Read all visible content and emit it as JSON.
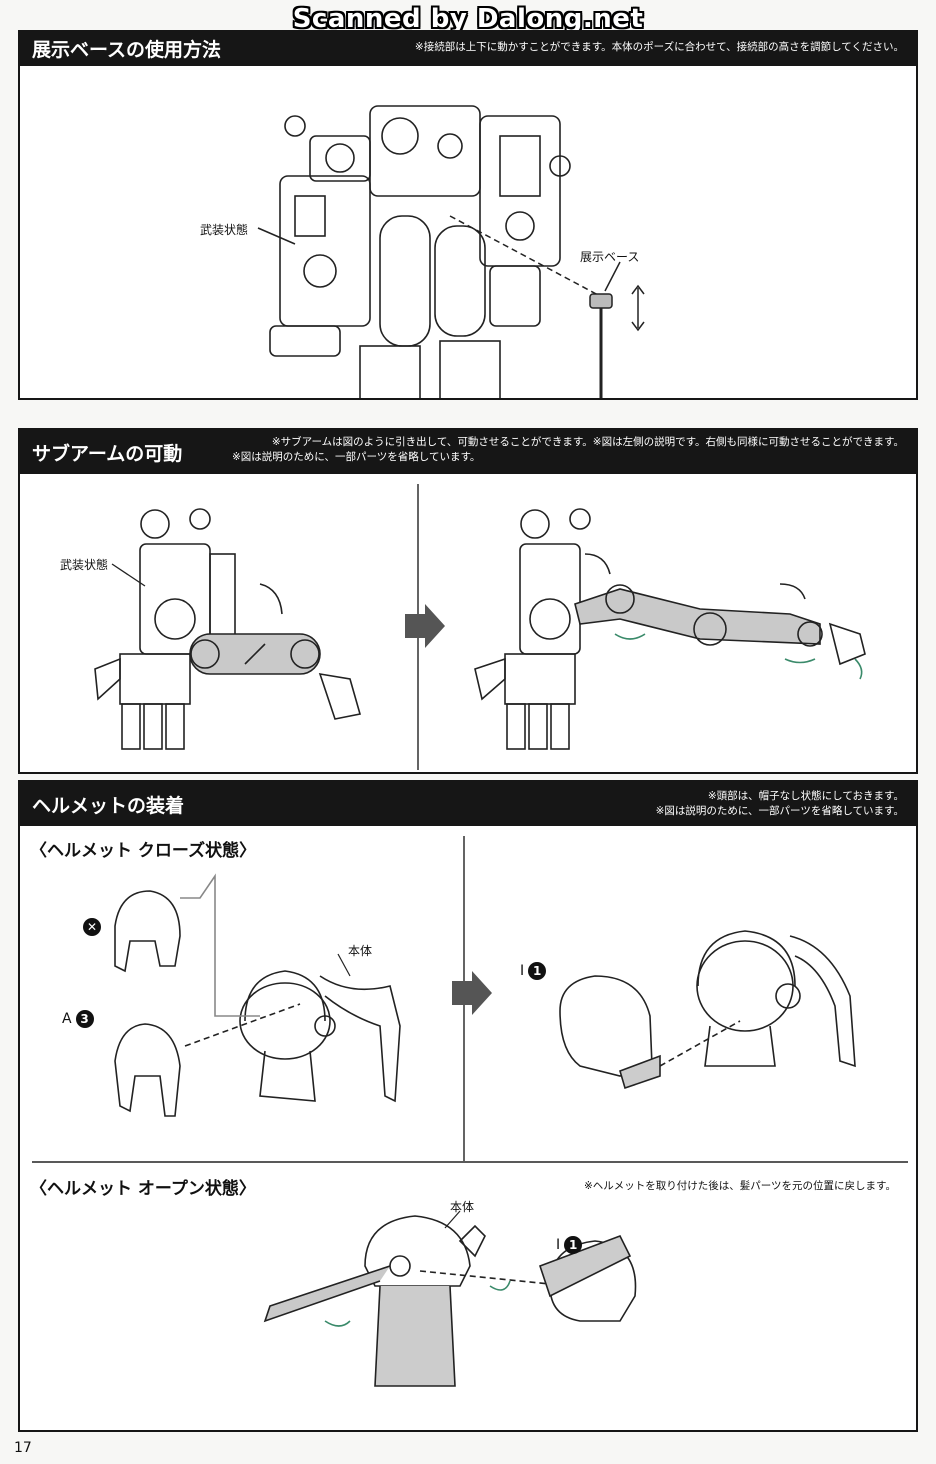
{
  "watermark": "Scanned by Dalong.net",
  "section1": {
    "title": "展示ベースの使用方法",
    "note": "※接続部は上下に動かすことができます。本体のポーズに合わせて、接続部の高さを調節してください。",
    "label_armed": "武装状態",
    "label_base": "展示ベース"
  },
  "section2": {
    "title": "サブアームの可動",
    "note1": "※サブアームは図のように引き出して、可動させることができます。※図は左側の説明です。右側も同様に可動させることができます。",
    "note2": "※図は説明のために、一部パーツを省略しています。",
    "label_armed": "武装状態"
  },
  "section3": {
    "title": "ヘルメットの装着",
    "note1": "※頭部は、帽子なし状態にしておきます。",
    "note2": "※図は説明のために、一部パーツを省略しています。",
    "closed": {
      "heading": "〈ヘルメット クローズ状態〉",
      "label_body": "本体",
      "part_a": "A",
      "part_a_num": "3",
      "part_i": "I",
      "part_i_num": "1",
      "x_mark": "✕"
    },
    "open": {
      "heading": "〈ヘルメット オープン状態〉",
      "note": "※ヘルメットを取り付けた後は、髪パーツを元の位置に戻します。",
      "label_body": "本体",
      "part_i": "I",
      "part_i_num": "1"
    }
  },
  "page_number": "17"
}
